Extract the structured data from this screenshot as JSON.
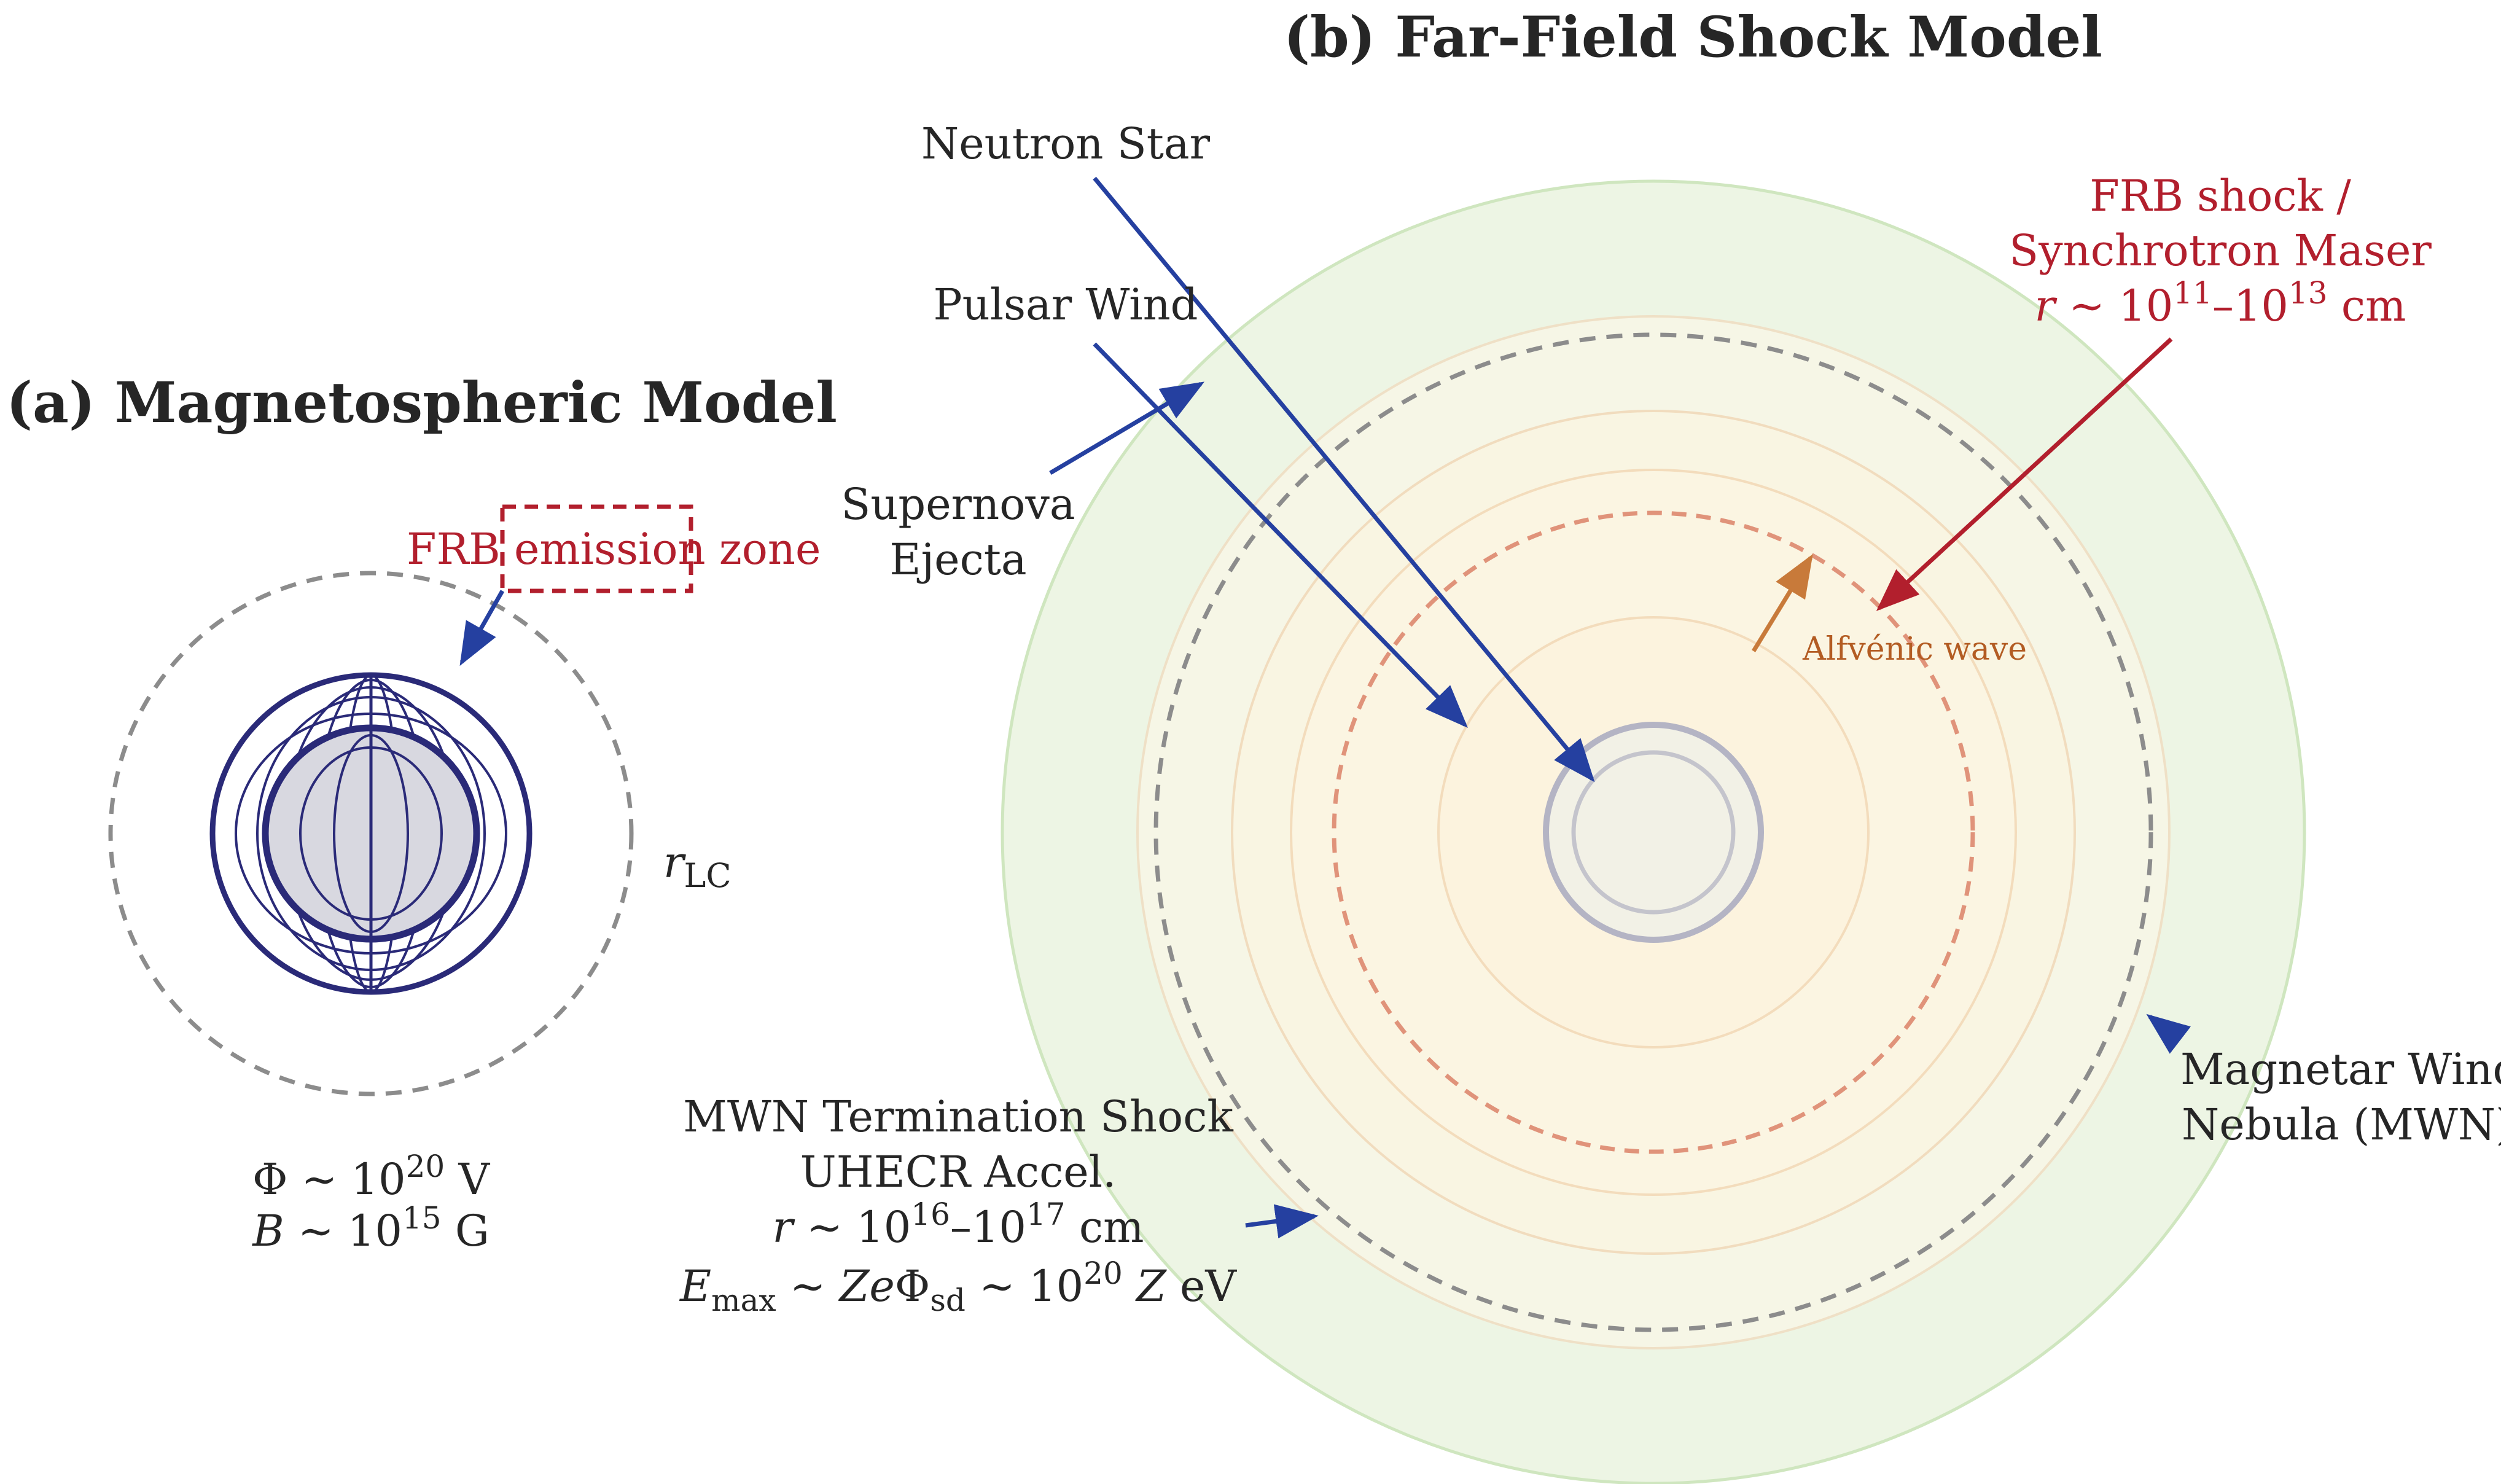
{
  "colors": {
    "navy": "#2a2a78",
    "arrow_blue": "#2540a0",
    "red": "#b21f2d",
    "orange": "#c87a3a",
    "gray_dash": "#8c8c8c",
    "star_fill": "#d8d8e0",
    "nebula_fill": "#edf5e4",
    "nebula_edge": "#cfe6bf",
    "wind_fill": "#fbf6e4",
    "wind_edge": "#f3dfc0",
    "core_fill": "#f5f3e4",
    "ns_ring": "#b4b4c4"
  },
  "panel_a": {
    "title": "(a) Magnetospheric Model",
    "emission_zone_label": "FRB emission zone",
    "light_cylinder_label": {
      "symbol": "r",
      "subscript": "LC"
    },
    "potential": {
      "lhs": "Φ",
      "rel": "∼",
      "base": "10",
      "exp": "20",
      "unit": "V"
    },
    "field": {
      "lhs": "B",
      "rel": "∼",
      "base": "10",
      "exp": "15",
      "unit": "G"
    }
  },
  "panel_b": {
    "title": "(b) Far-Field Shock Model",
    "neutron_star_label": "Neutron Star",
    "pulsar_wind_label": "Pulsar Wind",
    "ejecta_label": {
      "line1": "Supernova",
      "line2": "Ejecta"
    },
    "frb_shock": {
      "line1": "FRB shock /",
      "line2": "Synchrotron Maser",
      "range": {
        "r": "r",
        "rel": "∼",
        "lo_base": "10",
        "lo_exp": "11",
        "dash": "–",
        "hi_base": "10",
        "hi_exp": "13",
        "unit": "cm"
      }
    },
    "alfvenic_label": "Alfvénic wave",
    "mwn_label": {
      "line1": "Magnetar Wind",
      "line2": "Nebula (MWN)"
    },
    "termination_shock": {
      "line1": "MWN Termination Shock",
      "line2": "UHECR Accel.",
      "range": {
        "r": "r",
        "rel": "∼",
        "lo_base": "10",
        "lo_exp": "16",
        "dash": "–",
        "hi_base": "10",
        "hi_exp": "17",
        "unit": "cm"
      },
      "emax": {
        "E": "E",
        "sub": "max",
        "rel1": "∼",
        "Ze": "Ze",
        "Phi": "Φ",
        "phisub": "sd",
        "rel2": "∼",
        "base": "10",
        "exp": "20",
        "Z": "Z",
        "unit": "eV"
      }
    }
  }
}
